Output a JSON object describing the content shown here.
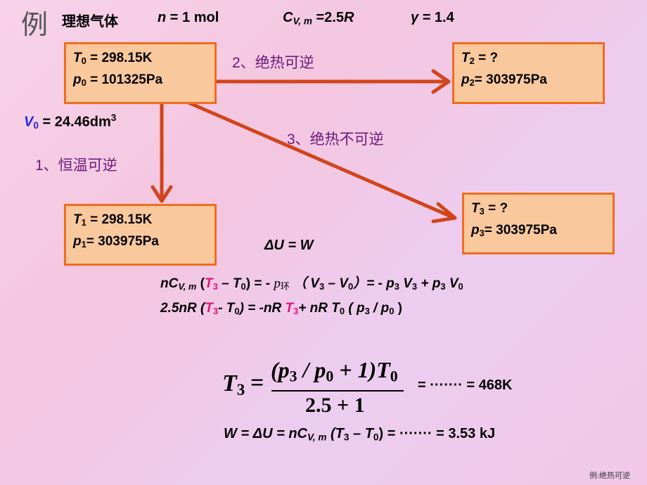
{
  "header": {
    "example_char": "例",
    "gas_label": "理想气体",
    "n_sym": "n",
    "n_val": "= 1 mol",
    "cv_sym": "C",
    "cv_sub": "V, m",
    "cv_val": "=2.5",
    "cv_R": "R",
    "gamma_sym": "γ",
    "gamma_val": "= 1.4"
  },
  "states": {
    "s0": {
      "T_sym": "T",
      "T_sub": "0",
      "T_val": "= 298.15K",
      "p_sym": "p",
      "p_sub": "0",
      "p_val": "= 101325Pa"
    },
    "s1": {
      "T_sym": "T",
      "T_sub": "1",
      "T_val": "= 298.15K",
      "p_sym": "p",
      "p_sub": "1",
      "p_val": "= 303975Pa"
    },
    "s2": {
      "T_sym": "T",
      "T_sub": "2",
      "T_val": "= ?",
      "p_sym": "p",
      "p_sub": "2",
      "p_val": "= 303975Pa"
    },
    "s3": {
      "T_sym": "T",
      "T_sub": "3",
      "T_val": "= ?",
      "p_sym": "p",
      "p_sub": "3",
      "p_val": "= 303975Pa"
    }
  },
  "v0": {
    "sym": "V",
    "sub": "0",
    "val": "= 24.46dm",
    "sup": "3"
  },
  "paths": {
    "p1": "1、恒温可逆",
    "p2": "2、绝热可逆",
    "p3": "3、绝热不可逆"
  },
  "equations": {
    "du_w": "ΔU  = W",
    "eq1": {
      "a": "nC",
      "a_sub": "V, m",
      "b": " (",
      "T3": "T",
      "T3_sub": "3",
      "c": " – T",
      "c_sub": "0",
      "d": ")  = - ",
      "p_env": "p",
      "p_env_sub": "环",
      "e": "  （ V",
      "e_sub": "3",
      "f": " – V",
      "f_sub": "0",
      "g": "）= - p",
      "g_sub": "3",
      "h": " V",
      "h_sub": "3",
      "i": " + p",
      "i_sub": "3",
      "j": " V",
      "j_sub": "0"
    },
    "eq2": {
      "a": "2.5nR (",
      "T3": "T",
      "T3_sub": "3",
      "b": "- T",
      "b_sub": "0",
      "c": ") = -nR ",
      "T3b": "T",
      "T3b_sub": "3",
      "d": "+ nR T",
      "d_sub": "0",
      "e": " ( p",
      "e_sub": "3",
      "f": " / p",
      "f_sub": "0",
      "g": " )"
    },
    "frac": {
      "lhs": "T",
      "lhs_sub": "3",
      "eq": "=",
      "num_a": "(p",
      "num_a_sub": "3",
      "num_b": " / p",
      "num_b_sub": "0",
      "num_c": " + 1)T",
      "num_c_sub": "0",
      "den": "2.5 + 1",
      "result": "= ······· = 468K"
    },
    "w_line": {
      "a": "W = ΔU = nC",
      "a_sub": "V, m",
      "b": " (T",
      "b_sub": "3",
      "c": " – T",
      "c_sub": "0",
      "d": ") = ······· = 3.53 kJ"
    }
  },
  "footer": "例:绝热可逆",
  "colors": {
    "box_fill": "#f9c89c",
    "box_border": "#ef6d1f",
    "arrow": "#d2441a",
    "highlight": "#e0137b"
  }
}
